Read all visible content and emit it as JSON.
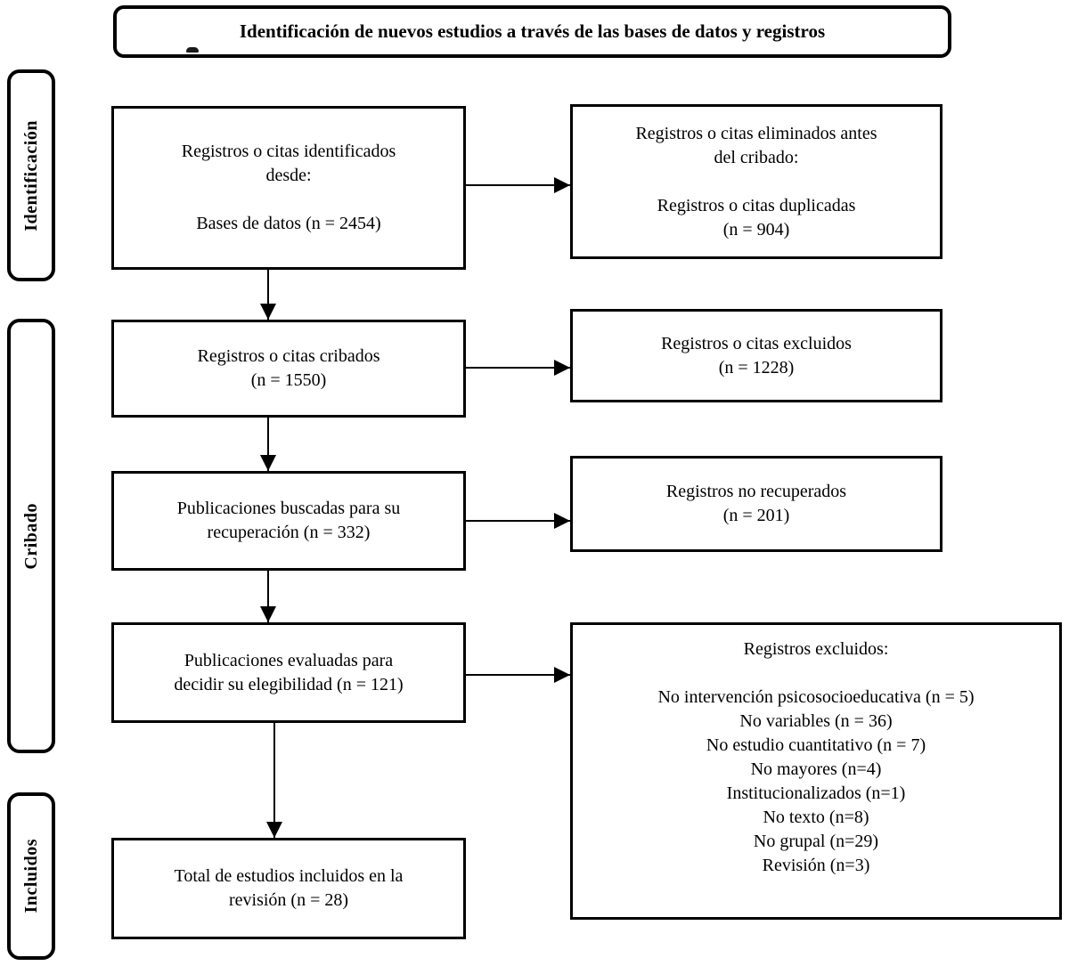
{
  "header": {
    "title": "Identificación de nuevos estudios a través de las bases de datos y registros"
  },
  "stages": [
    {
      "label": "Identificación"
    },
    {
      "label": "Cribado"
    },
    {
      "label": "Incluidos"
    }
  ],
  "flow": {
    "identified": "Registros o citas identificados\ndesde:\n\nBases de datos (n = 2454)",
    "removed_before_screening": "Registros o citas eliminados antes\ndel cribado:\n\nRegistros o citas duplicadas\n(n = 904)",
    "screened": "Registros o citas cribados\n(n = 1550)",
    "excluded": "Registros o citas excluidos\n(n = 1228)",
    "sought_for_retrieval": "Publicaciones buscadas para su\nrecuperación (n = 332)",
    "not_retrieved": "Registros no recuperados\n(n = 201)",
    "assessed_for_eligibility": "Publicaciones evaluadas para\ndecidir su elegibilidad (n = 121)",
    "excluded_reasons": "Registros excluidos:\n\nNo intervención psicosocioeducativa (n = 5)\nNo variables (n = 36)\nNo estudio cuantitativo (n = 7)\nNo mayores (n=4)\nInstitucionalizados (n=1)\nNo texto (n=8)\nNo grupal (n=29)\nRevisión (n=3)",
    "included_total": "Total de estudios incluidos en la\nrevisión (n = 28)"
  },
  "colors": {
    "border": "#000000",
    "background": "#ffffff"
  }
}
